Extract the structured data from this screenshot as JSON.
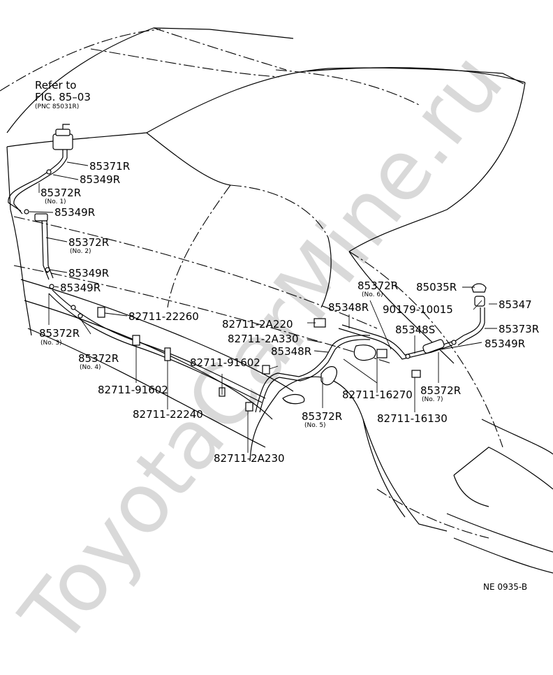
{
  "watermark": "ToyotaCarMine.ru",
  "refer": {
    "line1": "Refer to",
    "line2": "FIG. 85–03",
    "pnc": "(PNC 85031R)"
  },
  "labels": {
    "p85371R": "85371R",
    "p85349R_a": "85349R",
    "p85372R_no1": "85372R",
    "no1": "(No. 1)",
    "p85349R_b": "85349R",
    "p85372R_no2": "85372R",
    "no2": "(No. 2)",
    "p85349R_c": "85349R",
    "p85349R_d": "85349R",
    "p85372R_no3": "85372R",
    "no3": "(No. 3)",
    "p82711_22260": "82711-22260",
    "p85372R_no4": "85372R",
    "no4": "(No. 4)",
    "p82711_91602_a": "82711-91602",
    "p82711_22240": "82711-22240",
    "p82711_91602_b": "82711-91602",
    "p82711_2A220": "82711-2A220",
    "p82711_2A330": "82711-2A330",
    "p85348R_a": "85348R",
    "p85372R_no5": "85372R",
    "no5": "(No. 5)",
    "p82711_2A230": "82711-2A230",
    "p85372R_no6": "85372R",
    "no6": "(No. 6)",
    "p85348R_b": "85348R",
    "p82711_16270": "82711-16270",
    "p85348S": "85348S",
    "p85035R": "85035R",
    "p90179_10015": "90179-10015",
    "p85347": "85347",
    "p85373R": "85373R",
    "p85349R_e": "85349R",
    "p85372R_no7": "85372R",
    "no7": "(No. 7)",
    "p82711_16130": "82711-16130",
    "code": "NE 0935-B"
  }
}
